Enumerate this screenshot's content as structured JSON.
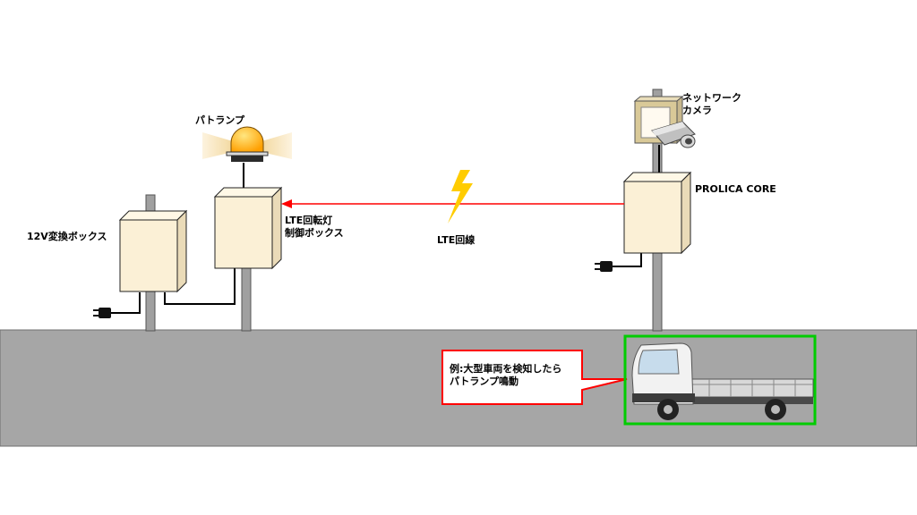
{
  "labels": {
    "patlamp": "パトランプ",
    "network_camera": [
      "ネットワーク",
      "カメラ"
    ],
    "prolica_core": "PROLICA CORE",
    "box_12v": "12V変換ボックス",
    "lte_control_box": [
      "LTE回転灯",
      "制御ボックス"
    ],
    "lte_link": "LTE回線"
  },
  "callout": {
    "lines": [
      "例:大型車両を検知したら",
      "パトランプ鳴動"
    ]
  },
  "colors": {
    "ground": "#a6a6a6",
    "box_fill": "#fbf0d6",
    "pole": "#a0a0a0",
    "lte_arrow": "#ff0000",
    "lightning": "#ffcc00",
    "callout_border": "#ff0000",
    "detection_box": "#00cc00",
    "lamp": "#ffb400"
  }
}
